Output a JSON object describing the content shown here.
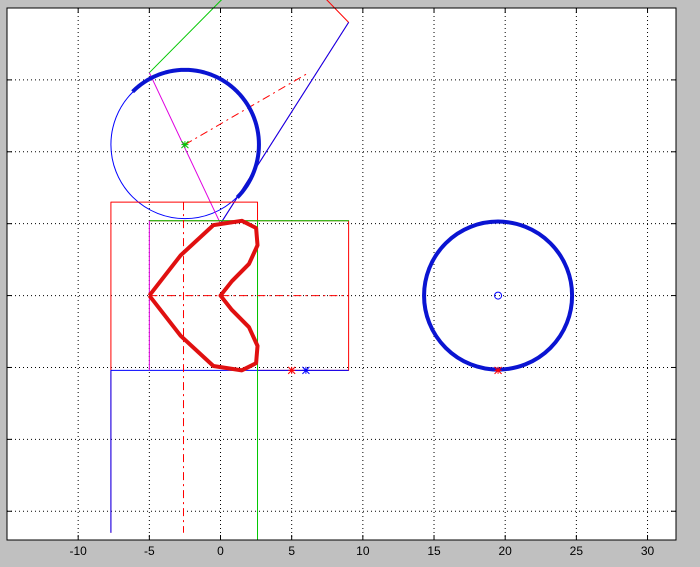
{
  "chart_data": {
    "type": "line",
    "title": "",
    "xlabel": "",
    "ylabel": "",
    "xlim": [
      -15,
      32
    ],
    "ylim": [
      -17,
      20
    ],
    "grid": true,
    "xticks": [
      -10,
      -5,
      0,
      5,
      10,
      15,
      20,
      25,
      30
    ],
    "xtick_labels": [
      "-10",
      "-5",
      "0",
      "5",
      "10",
      "15",
      "20",
      "25",
      "30"
    ],
    "yticks": [
      -15,
      -10,
      -5,
      0,
      5,
      10,
      15
    ],
    "ytick_labels": [
      "",
      "",
      "",
      "",
      "",
      "",
      ""
    ],
    "colors": {
      "figure_bg": "#c0c0c0",
      "axes_bg": "#ffffff",
      "blue": "#0000ff",
      "red": "#ff0000",
      "green": "#00c800",
      "magenta": "#e000e0",
      "bold_red": "#e01010",
      "bold_blue": "#0a14d2"
    },
    "elements": {
      "circle_a": {
        "center": [
          -2.5,
          10.5
        ],
        "radius": 5.2
      },
      "arc_a": {
        "center": [
          -2.5,
          10.5
        ],
        "radius": 5.2,
        "from_deg": -45,
        "to_deg": 135
      },
      "rect_a": [
        [
          -5,
          15.5
        ],
        [
          3.8,
          24.3
        ],
        [
          9,
          19
        ],
        [
          0,
          5
        ]
      ],
      "diameter_a": [
        [
          -5,
          15.5
        ],
        [
          0,
          5
        ]
      ],
      "dashdot_a": [
        [
          -2.5,
          10.5
        ],
        [
          6.2,
          15.5
        ]
      ],
      "center_a": [
        -2.5,
        10.5
      ],
      "heart": [
        [
          -5,
          0
        ],
        [
          0,
          0
        ]
      ],
      "heart_extent": {
        "x_max": 2.5,
        "y_min": -5.2,
        "y_max": 5.2
      },
      "rect_red_b": [
        [
          -7.7,
          -16.5
        ],
        [
          -7.7,
          6.5
        ],
        [
          2.6,
          6.5
        ],
        [
          2.6,
          -5.2
        ],
        [
          9,
          -5.2
        ],
        [
          9,
          5.2
        ],
        [
          -5,
          5.2
        ]
      ],
      "blue_b": [
        [
          -7.7,
          -16.5
        ],
        [
          -7.7,
          -5.2
        ],
        [
          9,
          -5.2
        ]
      ],
      "green_b": [
        [
          -5,
          5.2
        ],
        [
          9,
          5.2
        ],
        [
          2.6,
          5.2
        ],
        [
          2.6,
          -17
        ]
      ],
      "magenta_b": [
        [
          -5,
          5.2
        ],
        [
          -5,
          -5.2
        ]
      ],
      "dashdot_v_b": [
        [
          -2.6,
          6.5
        ],
        [
          -2.6,
          -16.5
        ]
      ],
      "dashdot_h_b": [
        [
          -5,
          0
        ],
        [
          9,
          0
        ]
      ],
      "red_star_b": [
        5,
        -5.2
      ],
      "blue_star_b": [
        6,
        -5.2
      ],
      "circle_c": {
        "center": [
          19.5,
          0
        ],
        "radius": 5.2
      },
      "center_c": [
        19.5,
        0
      ],
      "red_star_c": [
        19.5,
        -5.2
      ]
    }
  }
}
